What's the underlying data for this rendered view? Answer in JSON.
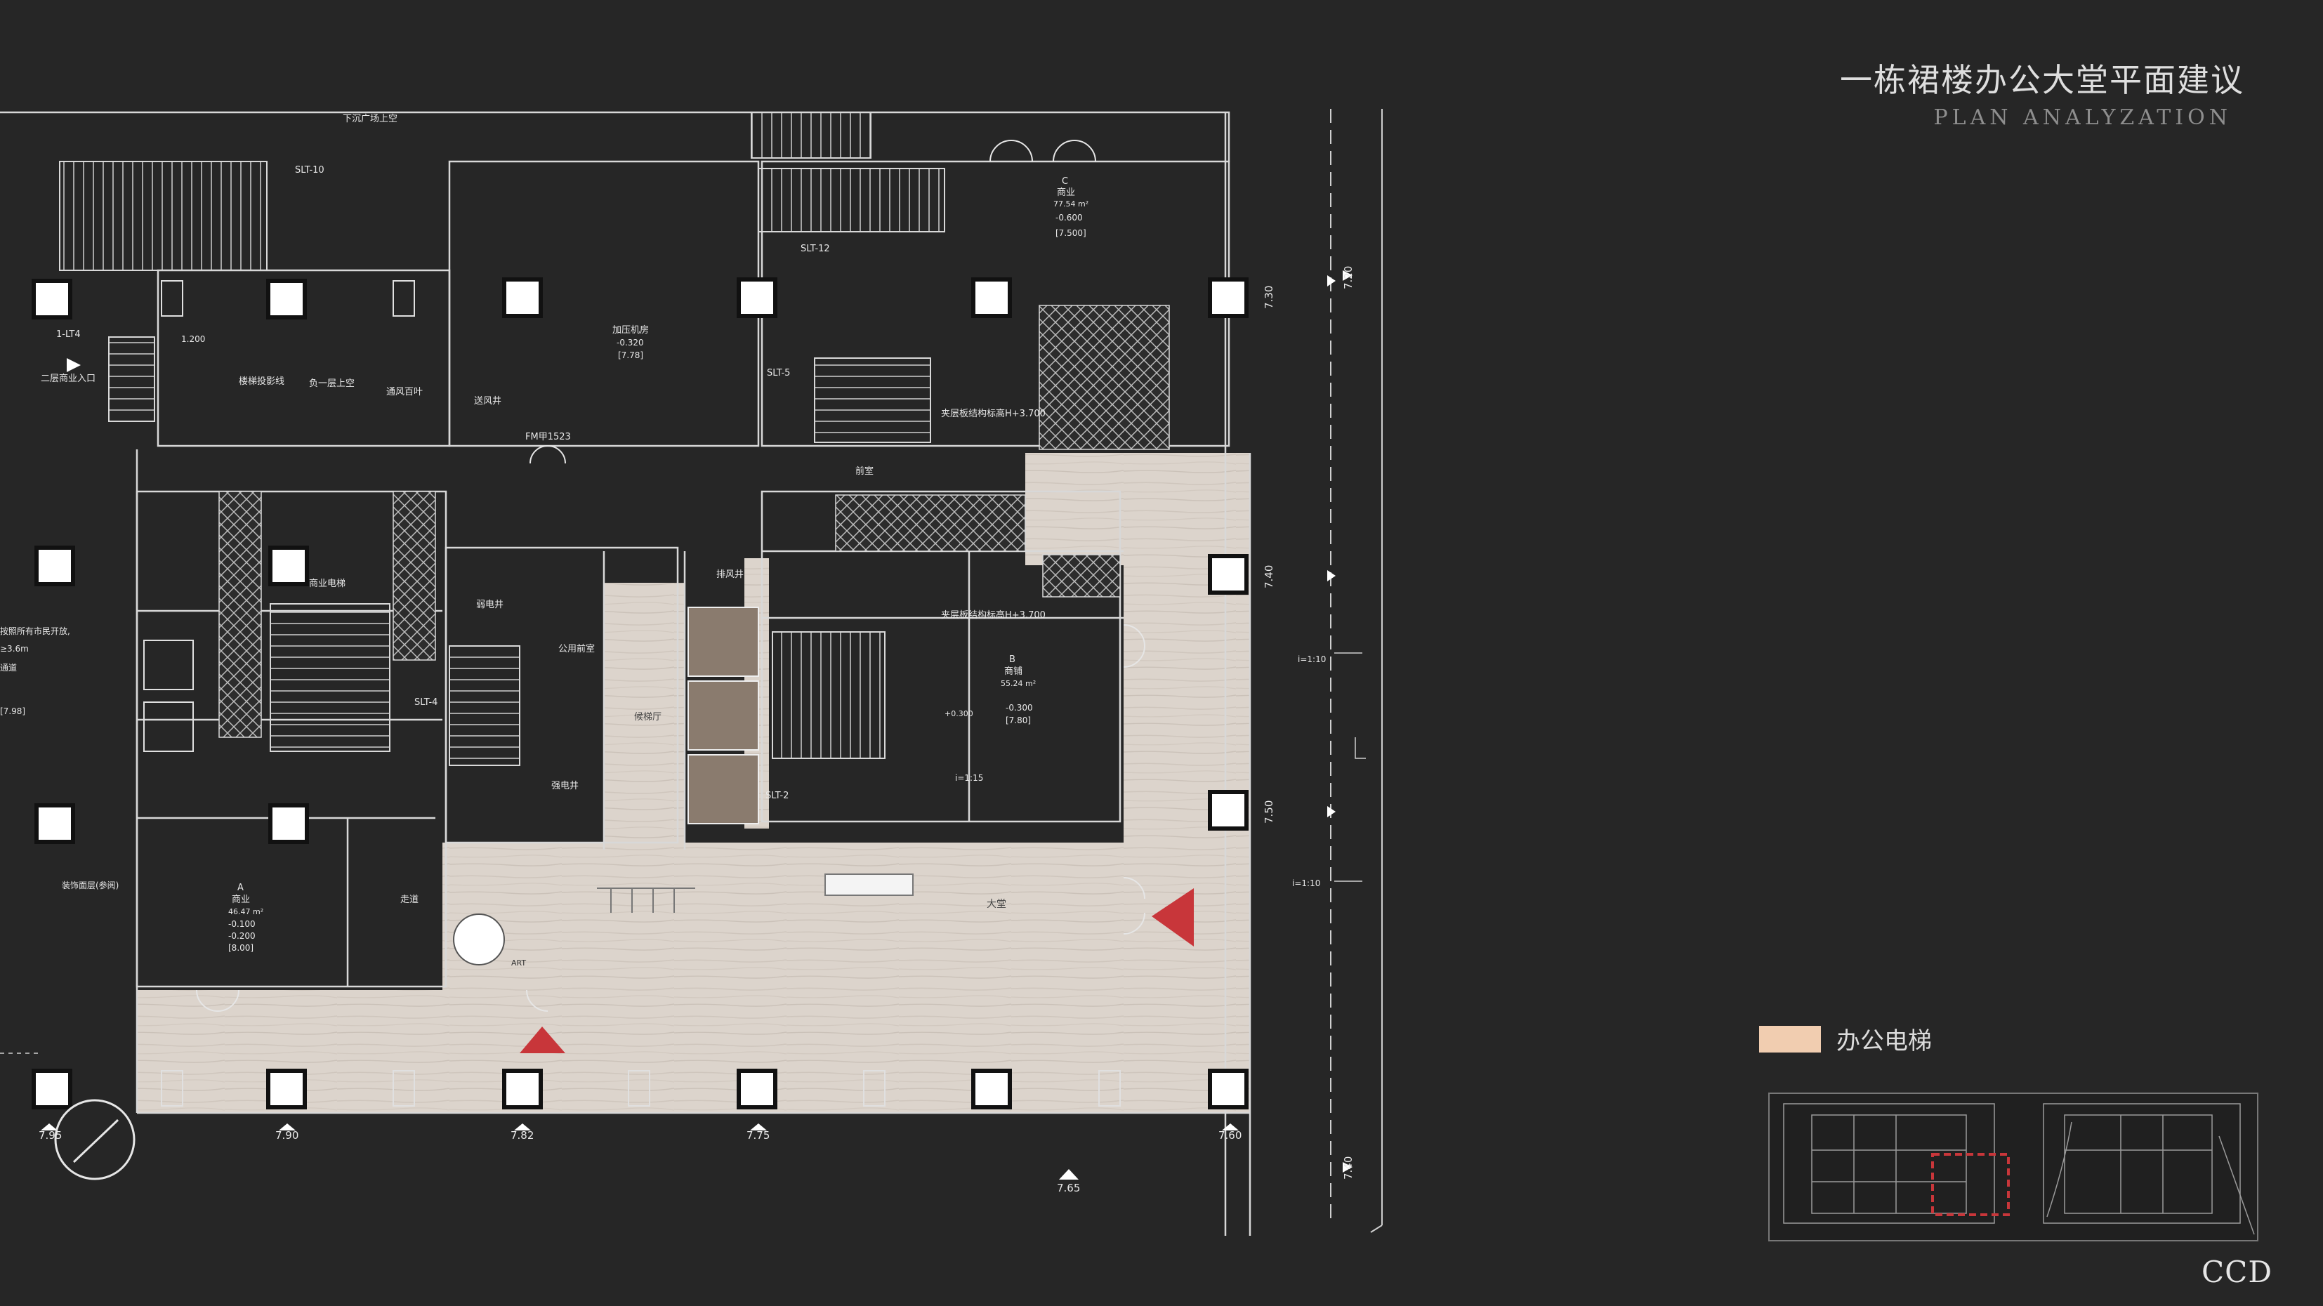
{
  "header": {
    "title": "一栋裙楼办公大堂平面建议",
    "subtitle": "PLAN ANALYZATION"
  },
  "legend": {
    "label": "办公电梯",
    "color": "#f1cdb0"
  },
  "brand": "CCD",
  "colors": {
    "background": "#262626",
    "floor": "#dcd4cc",
    "accent": "#c8363a",
    "lines": "#d8d8d8"
  },
  "plan_labels": {
    "top_note": "下沉广场上空",
    "lobby": "大堂",
    "elevator_hall": "候梯厅",
    "shop_a": "A",
    "shop_a_use": "商业",
    "shop_a_area": "46.47 m²",
    "shop_b": "B",
    "shop_b_use": "商铺",
    "shop_b_area": "55.24 m²",
    "shop_c": "C",
    "shop_c_use": "商业",
    "shop_c_area": "77.54 m²",
    "pressurize_room": "加压机房",
    "pressurize_level": "-0.320",
    "pressurize_level2": "[7.78]",
    "front_room": "前室",
    "public_toilet": "公用前室",
    "smoke_shaft": "排风井",
    "weak_elec": "弱电井",
    "strong_elec": "强电井",
    "biz_elevator": "商业电梯",
    "corridor": "走道",
    "floor2_entry": "二层商业入口",
    "stair_label": "楼梯投影线",
    "upper_basement": "负一层上空",
    "vent": "通风百叶",
    "smoke_vent": "送风井",
    "door_fm1523": "FM甲1523",
    "slt10": "SLT-10",
    "slt12": "SLT-12",
    "slt5": "SLT-5",
    "slt4": "SLT-4",
    "slt2": "SLT-2",
    "lt4": "1-LT4",
    "mezz_level": "夹层板结构标高H+3.700",
    "lv_1200": "1.200",
    "lv_n0600": "-0.600",
    "lv_7500": "[7.500]",
    "lv_n0300": "-0.300",
    "lv_780": "[7.80]",
    "lv_n0100": "-0.100",
    "lv_n0200": "-0.200",
    "lv_800": "[8.00]",
    "lv_300": "+0.300",
    "tick_730": "7.30",
    "tick_740": "7.40",
    "tick_750": "7.50",
    "tick_720": "7.20",
    "tick_760": "7.60",
    "tick_775": "7.75",
    "tick_782": "7.82",
    "tick_790": "7.90",
    "tick_795": "7.95",
    "tick_765": "7.65",
    "tick_740b": "7.40",
    "slope1": "i=1:10",
    "slope2": "i=1:10",
    "slope3": "i=1:15",
    "side_note1": "按照所有市民开放,",
    "side_note2": "≥3.6m",
    "side_note3": "通道",
    "side_note4": "[7.98]",
    "deco_note": "装饰面层(参阅)",
    "art": "ART",
    "north": "N"
  }
}
